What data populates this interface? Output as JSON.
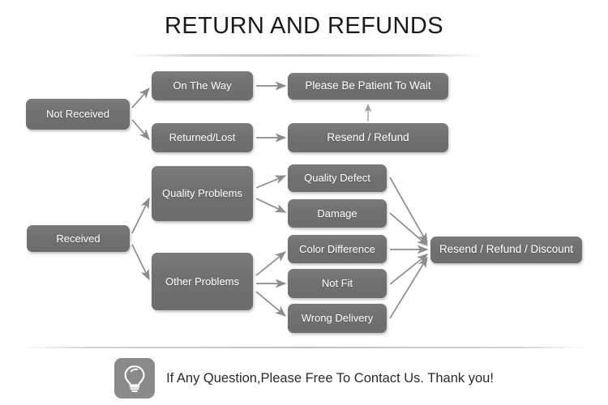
{
  "page": {
    "title": "RETURN AND REFUNDS",
    "background_color": "#ffffff",
    "node_color": "#727272",
    "node_text_color": "#ffffff",
    "arrow_color": "#8c8c8c",
    "title_color": "#1a1a1a"
  },
  "flow": {
    "nodes": {
      "not_received": "Not Received",
      "on_the_way": "On The Way",
      "returned_lost": "Returned/Lost",
      "please_be_patient": "Please Be Patient To Wait",
      "resend_refund": "Resend / Refund",
      "received": "Received",
      "quality_problems": "Quality Problems",
      "other_problems": "Other Problems",
      "quality_defect": "Quality Defect",
      "damage": "Damage",
      "color_difference": "Color Difference",
      "not_fit": "Not Fit",
      "wrong_delivery": "Wrong Delivery",
      "resend_refund_discount": "Resend / Refund / Discount"
    },
    "edges": [
      {
        "from": "not_received",
        "to": "on_the_way"
      },
      {
        "from": "not_received",
        "to": "returned_lost"
      },
      {
        "from": "on_the_way",
        "to": "please_be_patient"
      },
      {
        "from": "returned_lost",
        "to": "resend_refund"
      },
      {
        "from": "resend_refund",
        "to": "please_be_patient"
      },
      {
        "from": "received",
        "to": "quality_problems"
      },
      {
        "from": "received",
        "to": "other_problems"
      },
      {
        "from": "quality_problems",
        "to": "quality_defect"
      },
      {
        "from": "quality_problems",
        "to": "damage"
      },
      {
        "from": "other_problems",
        "to": "color_difference"
      },
      {
        "from": "other_problems",
        "to": "not_fit"
      },
      {
        "from": "other_problems",
        "to": "wrong_delivery"
      },
      {
        "from": "quality_defect",
        "to": "resend_refund_discount"
      },
      {
        "from": "damage",
        "to": "resend_refund_discount"
      },
      {
        "from": "color_difference",
        "to": "resend_refund_discount"
      },
      {
        "from": "not_fit",
        "to": "resend_refund_discount"
      },
      {
        "from": "wrong_delivery",
        "to": "resend_refund_discount"
      }
    ]
  },
  "footer": {
    "icon": "lightbulb-icon",
    "text": "If Any Question,Please Free To Contact Us. Thank you!"
  }
}
